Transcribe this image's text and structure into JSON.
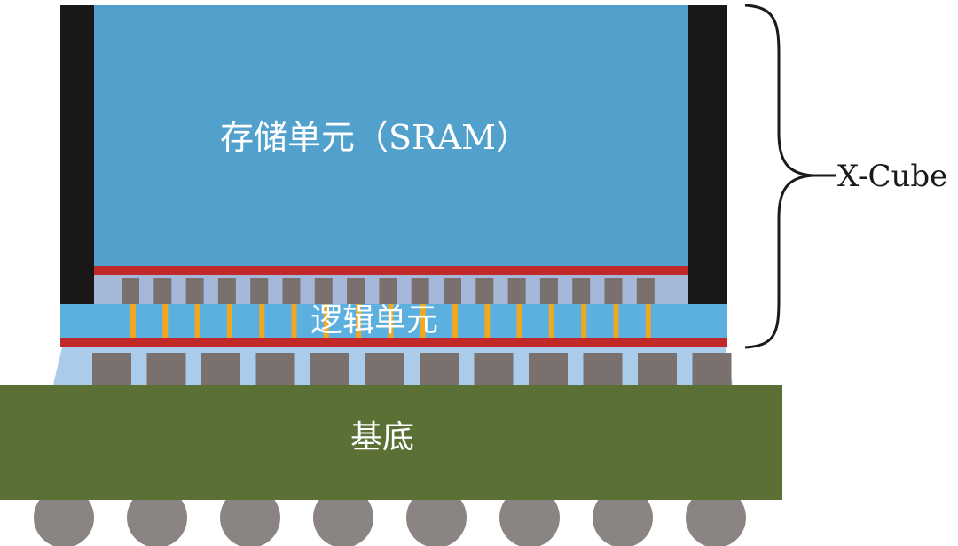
{
  "labels": {
    "sram": "存储单元（SRAM）",
    "logic": "逻辑单元",
    "substrate": "基底",
    "stack": "X-Cube"
  },
  "colors": {
    "sram": "#52a0cc",
    "sidewall": "#1a1718",
    "redistribution_layer": "#c0282a",
    "logic": "#5cb0e0",
    "tsv": "#f0a820",
    "bump": "#7a706e",
    "underfill": "#aaccea",
    "substrate": "#5a7034",
    "solder_ball": "#8a8482"
  }
}
